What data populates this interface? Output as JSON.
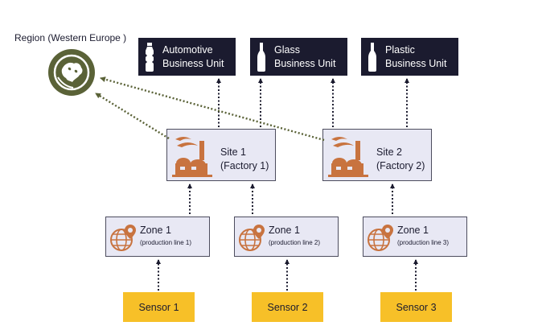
{
  "region": {
    "label": "Region (Western Europe )",
    "icon": "europe-globe-icon"
  },
  "business_units": [
    {
      "line1": "Automotive",
      "line2": "Business Unit",
      "icon": "plastic-bottle-icon"
    },
    {
      "line1": "Glass",
      "line2": "Business Unit",
      "icon": "glass-bottle-icon"
    },
    {
      "line1": "Plastic",
      "line2": "Business Unit",
      "icon": "glass-bottle-icon"
    }
  ],
  "sites": [
    {
      "line1": "Site 1",
      "line2": "(Factory 1)",
      "icon": "factory-icon"
    },
    {
      "line1": "Site 2",
      "line2": "(Factory 2)",
      "icon": "factory-icon"
    }
  ],
  "zones": [
    {
      "title": "Zone 1",
      "subtitle": "(production line 1)",
      "icon": "globe-pin-icon"
    },
    {
      "title": "Zone 1",
      "subtitle": "(production line 2)",
      "icon": "globe-pin-icon"
    },
    {
      "title": "Zone 1",
      "subtitle": "(production line 3)",
      "icon": "globe-pin-icon"
    }
  ],
  "sensors": [
    {
      "label": "Sensor 1"
    },
    {
      "label": "Sensor 2"
    },
    {
      "label": "Sensor 3"
    }
  ],
  "colors": {
    "business_unit_bg": "#1b1b2f",
    "box_bg": "#e8e8f4",
    "sensor_bg": "#f7c028",
    "factory_icon": "#c8733f",
    "globe_icon": "#c8733f",
    "region_icon": "#5a6237"
  }
}
